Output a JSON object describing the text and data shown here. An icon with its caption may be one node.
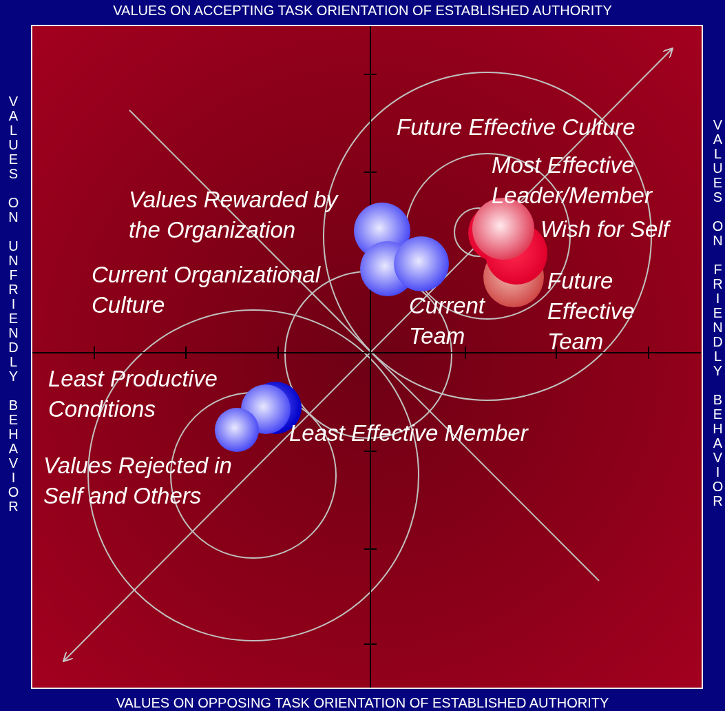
{
  "diagram": {
    "labels": [
      "VALUES ON ACCEPTING TASK ORIENTATION OF ESTABLISHED AUTHORITY",
      "VALUES ON UNFRIENDLY BEHAVIOR",
      "Future Effective Culture",
      "VALUES ON FRIENDLY BEHAVIOR",
      "Most Effective Leader/Member",
      "Values Rewarded by the Organization",
      "Wish for Self",
      "Current Organizational Culture",
      "Future Effective Team",
      "Current Team",
      "Least Productive Conditions",
      "Least Effective Member",
      "Values Rejected in Self and Others",
      "VALUES ON OPPOSING TASK ORIENTATION OF ESTABLISHED AUTHORITY"
    ]
  }
}
